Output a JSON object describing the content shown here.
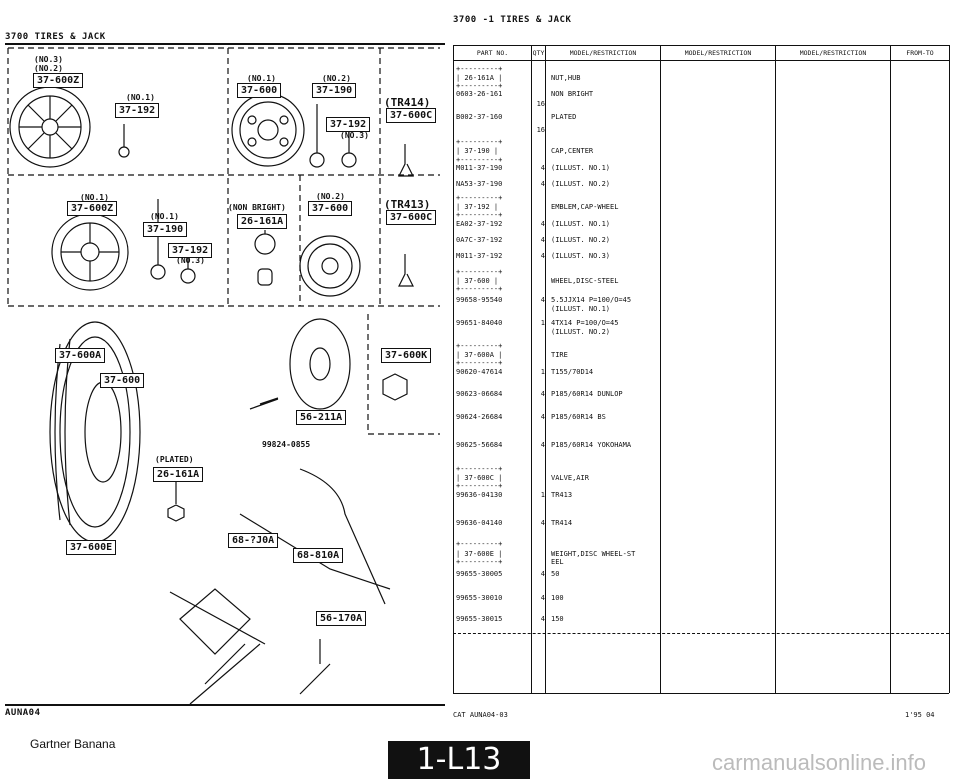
{
  "header": {
    "left_title": "3700   TIRES & JACK",
    "right_title": "3700 -1   TIRES & JACK"
  },
  "diagram": {
    "callouts": [
      {
        "id": "c1",
        "text": "37-600Z"
      },
      {
        "id": "c2",
        "text": "37-192"
      },
      {
        "id": "c3",
        "text": "37-600"
      },
      {
        "id": "c4",
        "text": "37-190"
      },
      {
        "id": "c5",
        "text": "37-192"
      },
      {
        "id": "c6",
        "text": "37-600C"
      },
      {
        "id": "c7",
        "text": "37-600Z"
      },
      {
        "id": "c8",
        "text": "37-190"
      },
      {
        "id": "c9",
        "text": "37-192"
      },
      {
        "id": "c10",
        "text": "26-161A"
      },
      {
        "id": "c11",
        "text": "37-600"
      },
      {
        "id": "c12",
        "text": "37-600C"
      },
      {
        "id": "c13",
        "text": "37-600A"
      },
      {
        "id": "c14",
        "text": "37-600"
      },
      {
        "id": "c15",
        "text": "56-211A"
      },
      {
        "id": "c16",
        "text": "37-600K"
      },
      {
        "id": "c17",
        "text": "26-161A"
      },
      {
        "id": "c18",
        "text": "37-600E"
      },
      {
        "id": "c19",
        "text": "68-?J0A"
      },
      {
        "id": "c20",
        "text": "68-810A"
      },
      {
        "id": "c21",
        "text": "56-170A"
      }
    ],
    "labels": [
      {
        "id": "l1",
        "text": "(NO.3)"
      },
      {
        "id": "l2",
        "text": "(NO.2)"
      },
      {
        "id": "l3",
        "text": "(NO.1)"
      },
      {
        "id": "l4",
        "text": "(NO.1)"
      },
      {
        "id": "l5",
        "text": "(NO.2)"
      },
      {
        "id": "l6",
        "text": "(TR414)"
      },
      {
        "id": "l7",
        "text": "(NO.3)"
      },
      {
        "id": "l8",
        "text": "(NO.1)"
      },
      {
        "id": "l9",
        "text": "(NO.1)"
      },
      {
        "id": "l10",
        "text": "(NON BRIGHT)"
      },
      {
        "id": "l11",
        "text": "(NO.2)"
      },
      {
        "id": "l12",
        "text": "(TR413)"
      },
      {
        "id": "l13",
        "text": "(NO.3)"
      },
      {
        "id": "l14",
        "text": "(PLATED)"
      },
      {
        "id": "l15",
        "text": "99824-0855"
      }
    ]
  },
  "table": {
    "columns": [
      "PART NO.",
      "QTY",
      "MODEL/RESTRICTION",
      "MODEL/RESTRICTION",
      "MODEL/RESTRICTION",
      "FROM-TO"
    ],
    "rows": [
      {
        "id": "r1",
        "part": "+---------+",
        "qty": "",
        "desc": ""
      },
      {
        "id": "r2",
        "part": "| 26-161A |",
        "qty": "",
        "desc": "NUT,HUB"
      },
      {
        "id": "r3",
        "part": "+---------+",
        "qty": "",
        "desc": ""
      },
      {
        "id": "r4",
        "part": "0603-26-161",
        "qty": "",
        "desc": "NON BRIGHT"
      },
      {
        "id": "r5",
        "part": "",
        "qty": "16",
        "desc": ""
      },
      {
        "id": "r6",
        "part": "B002-37-160",
        "qty": "",
        "desc": "PLATED"
      },
      {
        "id": "r7",
        "part": "",
        "qty": "16",
        "desc": ""
      },
      {
        "id": "r8",
        "part": "+---------+",
        "qty": "",
        "desc": ""
      },
      {
        "id": "r9",
        "part": "| 37-190  |",
        "qty": "",
        "desc": "CAP,CENTER"
      },
      {
        "id": "r10",
        "part": "+---------+",
        "qty": "",
        "desc": ""
      },
      {
        "id": "r11",
        "part": "M011-37-190",
        "qty": "4",
        "desc": "(ILLUST. NO.1)"
      },
      {
        "id": "r12",
        "part": "NA53-37-190",
        "qty": "4",
        "desc": "(ILLUST. NO.2)"
      },
      {
        "id": "r13",
        "part": "+---------+",
        "qty": "",
        "desc": ""
      },
      {
        "id": "r14",
        "part": "| 37-192  |",
        "qty": "",
        "desc": "EMBLEM,CAP-WHEEL"
      },
      {
        "id": "r15",
        "part": "+---------+",
        "qty": "",
        "desc": ""
      },
      {
        "id": "r16",
        "part": "EA02-37-192",
        "qty": "4",
        "desc": "(ILLUST. NO.1)"
      },
      {
        "id": "r17",
        "part": "0A7C-37-192",
        "qty": "4",
        "desc": "(ILLUST. NO.2)"
      },
      {
        "id": "r18",
        "part": "M011-37-192",
        "qty": "4",
        "desc": "(ILLUST. NO.3)"
      },
      {
        "id": "r19",
        "part": "+---------+",
        "qty": "",
        "desc": ""
      },
      {
        "id": "r20",
        "part": "| 37-600  |",
        "qty": "",
        "desc": "WHEEL,DISC-STEEL"
      },
      {
        "id": "r21",
        "part": "+---------+",
        "qty": "",
        "desc": ""
      },
      {
        "id": "r22",
        "part": "99658-95540",
        "qty": "4",
        "desc": "5.5JJX14 P=100/O=45"
      },
      {
        "id": "r23",
        "part": "",
        "qty": "",
        "desc": "(ILLUST. NO.1)"
      },
      {
        "id": "r24",
        "part": "99651-84040",
        "qty": "1",
        "desc": "4TX14 P=100/O=45"
      },
      {
        "id": "r25",
        "part": "",
        "qty": "",
        "desc": "(ILLUST. NO.2)"
      },
      {
        "id": "r26",
        "part": "+---------+",
        "qty": "",
        "desc": ""
      },
      {
        "id": "r27",
        "part": "| 37-600A |",
        "qty": "",
        "desc": "TIRE"
      },
      {
        "id": "r28",
        "part": "+---------+",
        "qty": "",
        "desc": ""
      },
      {
        "id": "r29",
        "part": "90620-47614",
        "qty": "1",
        "desc": "T155/70D14"
      },
      {
        "id": "r30",
        "part": "90623-06684",
        "qty": "4",
        "desc": "P185/60R14 DUNLOP"
      },
      {
        "id": "r31",
        "part": "90624-26684",
        "qty": "4",
        "desc": "P185/60R14 BS"
      },
      {
        "id": "r32",
        "part": "90625-56684",
        "qty": "4",
        "desc": "P185/60R14 YOKOHAMA"
      },
      {
        "id": "r33",
        "part": "+---------+",
        "qty": "",
        "desc": ""
      },
      {
        "id": "r34",
        "part": "| 37-600C |",
        "qty": "",
        "desc": "VALVE,AIR"
      },
      {
        "id": "r35",
        "part": "+---------+",
        "qty": "",
        "desc": ""
      },
      {
        "id": "r36",
        "part": "99636-04130",
        "qty": "1",
        "desc": "TR413"
      },
      {
        "id": "r37",
        "part": "99636-04140",
        "qty": "4",
        "desc": "TR414"
      },
      {
        "id": "r38",
        "part": "+---------+",
        "qty": "",
        "desc": ""
      },
      {
        "id": "r39",
        "part": "| 37-600E |",
        "qty": "",
        "desc": "WEIGHT,DISC WHEEL-ST"
      },
      {
        "id": "r40",
        "part": "+---------+",
        "qty": "",
        "desc": "EEL"
      },
      {
        "id": "r41",
        "part": "99655-30005",
        "qty": "4",
        "desc": "50"
      },
      {
        "id": "r42",
        "part": "99655-30010",
        "qty": "4",
        "desc": "100"
      },
      {
        "id": "r43",
        "part": "99655-30015",
        "qty": "4",
        "desc": "150"
      }
    ]
  },
  "footer": {
    "left_code": "AUNA04",
    "cat": "CAT  AUNA04-03",
    "date": "1'95 04",
    "page_tab": "1-L13",
    "watermark_left": "Gartner Banana",
    "watermark_right": "carmanualsonline.info"
  }
}
